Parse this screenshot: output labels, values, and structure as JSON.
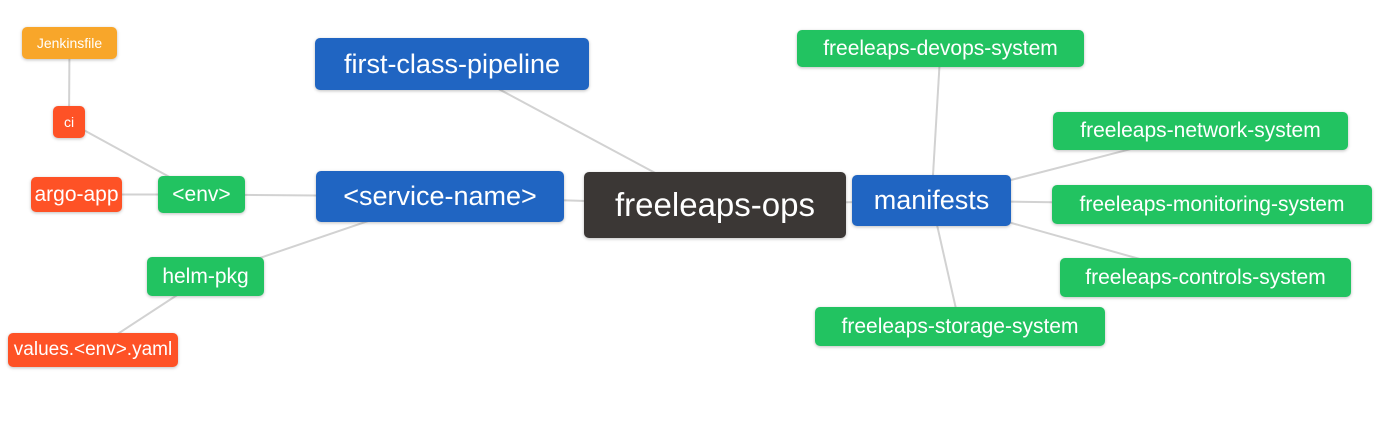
{
  "diagram": {
    "root_label": "freeleaps-ops",
    "colors": {
      "background": "#FFFFFF",
      "root_bg": "#3B3735",
      "branch_blue_bg": "#2065C2",
      "leaf_green_bg": "#22C361",
      "leaf_red_bg": "#FE5226",
      "leaf_amber_bg": "#F8A62A",
      "text": "#FFFFFF",
      "edge": "#D2D2D2"
    },
    "nodes": {
      "jenkinsfile": {
        "label": "Jenkinsfile",
        "bg": "#F8A62A"
      },
      "ci": {
        "label": "ci",
        "bg": "#FE5226"
      },
      "argo_app": {
        "label": "argo-app",
        "bg": "#FE5226"
      },
      "env": {
        "label": "<env>",
        "bg": "#22C361"
      },
      "helm_pkg": {
        "label": "helm-pkg",
        "bg": "#22C361"
      },
      "values_env_yaml": {
        "label": "values.<env>.yaml",
        "bg": "#FE5226"
      },
      "first_class_pipeline": {
        "label": "first-class-pipeline",
        "bg": "#2065C2"
      },
      "service_name": {
        "label": "<service-name>",
        "bg": "#2065C2"
      },
      "freeleaps_ops": {
        "label": "freeleaps-ops",
        "bg": "#3B3735"
      },
      "manifests": {
        "label": "manifests",
        "bg": "#2065C2"
      },
      "devops_system": {
        "label": "freeleaps-devops-system",
        "bg": "#22C361"
      },
      "network_system": {
        "label": "freeleaps-network-system",
        "bg": "#22C361"
      },
      "monitoring_system": {
        "label": "freeleaps-monitoring-system",
        "bg": "#22C361"
      },
      "controls_system": {
        "label": "freeleaps-controls-system",
        "bg": "#22C361"
      },
      "storage_system": {
        "label": "freeleaps-storage-system",
        "bg": "#22C361"
      }
    },
    "edges": [
      [
        "jenkinsfile",
        "ci"
      ],
      [
        "ci",
        "env"
      ],
      [
        "argo_app",
        "env"
      ],
      [
        "env",
        "service_name"
      ],
      [
        "helm_pkg",
        "service_name"
      ],
      [
        "values_env_yaml",
        "helm_pkg"
      ],
      [
        "first_class_pipeline",
        "freeleaps_ops"
      ],
      [
        "service_name",
        "freeleaps_ops"
      ],
      [
        "freeleaps_ops",
        "manifests"
      ],
      [
        "manifests",
        "devops_system"
      ],
      [
        "manifests",
        "network_system"
      ],
      [
        "manifests",
        "monitoring_system"
      ],
      [
        "manifests",
        "controls_system"
      ],
      [
        "manifests",
        "storage_system"
      ]
    ]
  }
}
